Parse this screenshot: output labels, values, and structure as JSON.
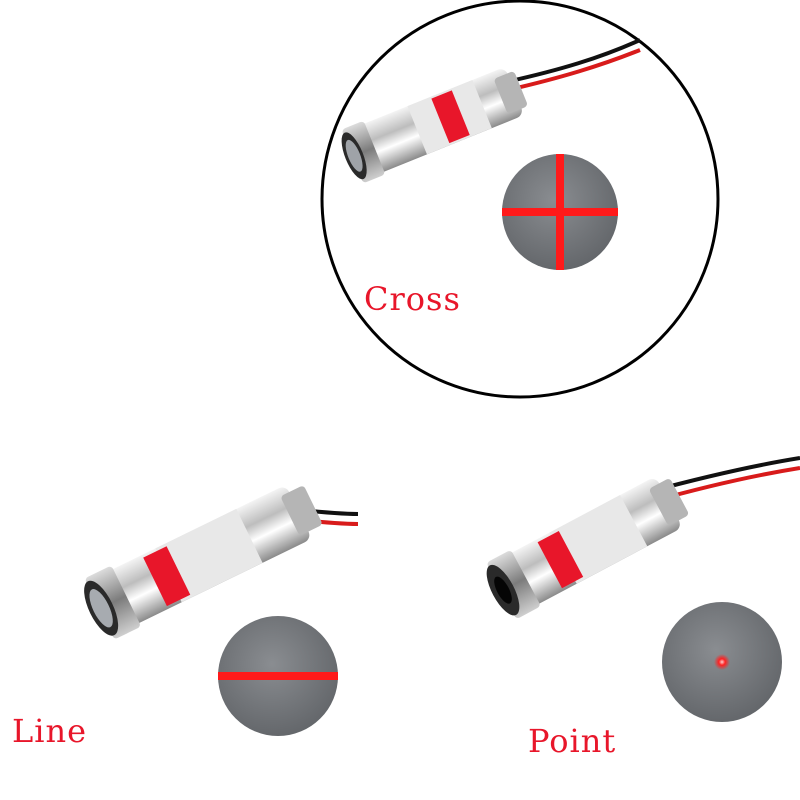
{
  "labels": {
    "cross": "Cross",
    "line": "Line",
    "point": "Point"
  },
  "colors": {
    "laser_red": "#e8162a",
    "beam_red": "#ff1a1a",
    "target_gray": "#6e7175",
    "wire_red": "#d81b1b",
    "wire_black": "#111111"
  },
  "icons": {
    "cross_target": "cross-beam-target-icon",
    "line_target": "line-beam-target-icon",
    "point_target": "point-beam-target-icon"
  }
}
